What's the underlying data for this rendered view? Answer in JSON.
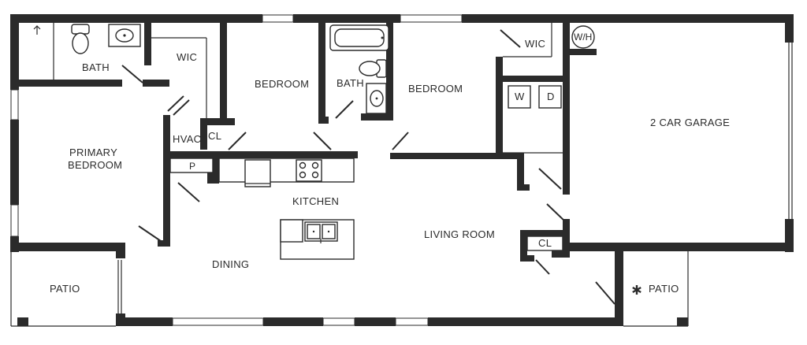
{
  "rooms": {
    "bath_primary": "BATH",
    "wic_primary": "WIC",
    "bedroom_2": "BEDROOM",
    "bath_2": "BATH",
    "bedroom_3": "BEDROOM",
    "wic_3": "WIC",
    "water_heater": "W/H",
    "garage": "2 CAR GARAGE",
    "washer": "W",
    "dryer": "D",
    "primary_bedroom_line1": "PRIMARY",
    "primary_bedroom_line2": "BEDROOM",
    "hvac": "HVAC",
    "closet_hall": "CL",
    "pantry": "P",
    "kitchen": "KITCHEN",
    "dining": "DINING",
    "living_room": "LIVING ROOM",
    "closet_entry": "CL",
    "patio_rear": "PATIO",
    "patio_front": "PATIO"
  },
  "icons": {
    "entry": "asterisk-icon",
    "shower_head": "shower-icon"
  },
  "colors": {
    "wall": "#2b2b2b",
    "background": "#ffffff"
  }
}
